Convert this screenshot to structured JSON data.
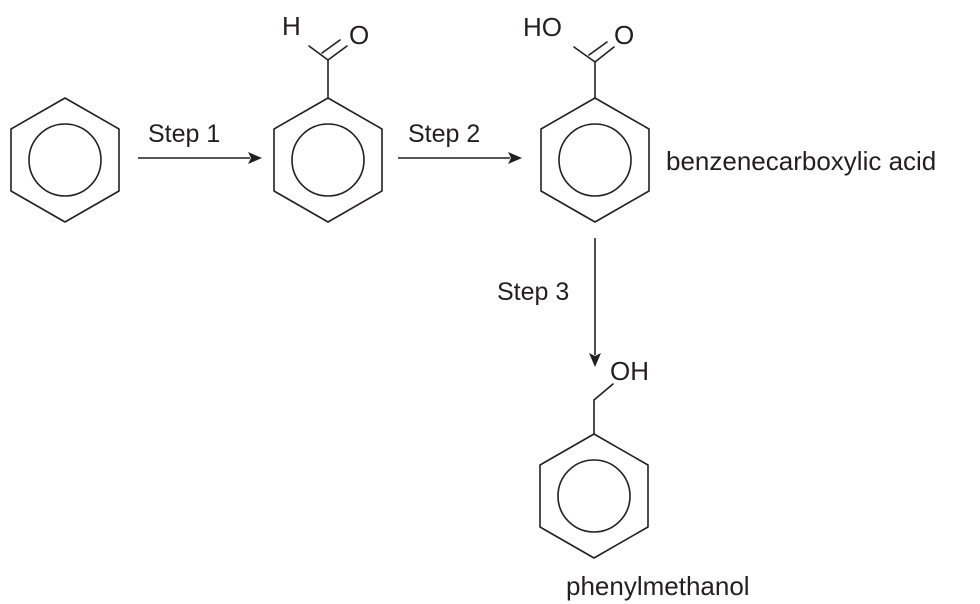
{
  "steps": {
    "step1": "Step 1",
    "step2": "Step 2",
    "step3": "Step 3"
  },
  "atoms": {
    "aldehyde_h": "H",
    "aldehyde_o": "O",
    "acid_ho": "HO",
    "acid_o": "O",
    "alcohol_oh": "OH"
  },
  "compounds": {
    "acid_name": "benzenecarboxylic acid",
    "alcohol_name": "phenylmethanol"
  }
}
